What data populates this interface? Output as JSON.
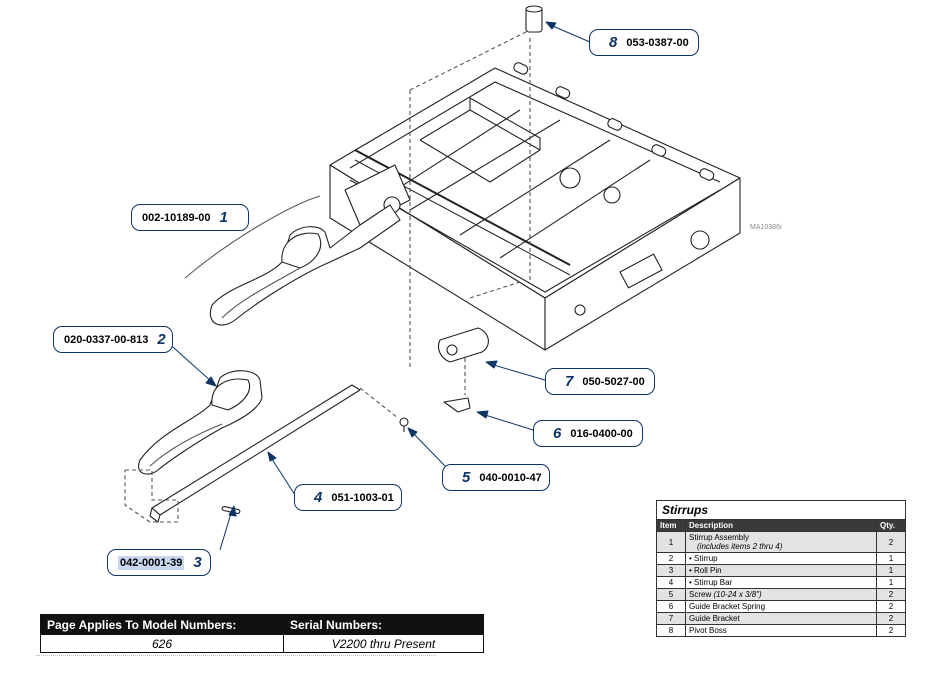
{
  "watermark": "MA10386i",
  "callouts": [
    {
      "num": "8",
      "part": "053-0387-00"
    },
    {
      "num": "1",
      "part": "002-10189-00"
    },
    {
      "num": "2",
      "part": "020-0337-00-813"
    },
    {
      "num": "7",
      "part": "050-5027-00"
    },
    {
      "num": "6",
      "part": "016-0400-00"
    },
    {
      "num": "5",
      "part": "040-0010-47"
    },
    {
      "num": "4",
      "part": "051-1003-01"
    },
    {
      "num": "3",
      "part": "042-0001-39"
    }
  ],
  "applies": {
    "model_header": "Page Applies To Model Numbers:",
    "serial_header": "Serial Numbers:",
    "model_value": "626",
    "serial_value": "V2200 thru Present"
  },
  "stirrups": {
    "title": "Stirrups",
    "headers": [
      "Item",
      "Description",
      "Qty."
    ],
    "rows": [
      {
        "item": "1",
        "desc": "Stirrup Assembly",
        "sub": "(includes items 2 thru 4)",
        "qty": "2"
      },
      {
        "item": "2",
        "desc": "• Stirrup",
        "qty": "1"
      },
      {
        "item": "3",
        "desc": "• Roll Pin",
        "qty": "1"
      },
      {
        "item": "4",
        "desc": "• Stirrup Bar",
        "qty": "1"
      },
      {
        "item": "5",
        "desc": "Screw",
        "desc_italic": "(10-24 x 3/8\")",
        "qty": "2"
      },
      {
        "item": "6",
        "desc": "Guide Bracket Spring",
        "qty": "2"
      },
      {
        "item": "7",
        "desc": "Guide Bracket",
        "qty": "2"
      },
      {
        "item": "8",
        "desc": "Pivot Boss",
        "qty": "2"
      }
    ]
  }
}
